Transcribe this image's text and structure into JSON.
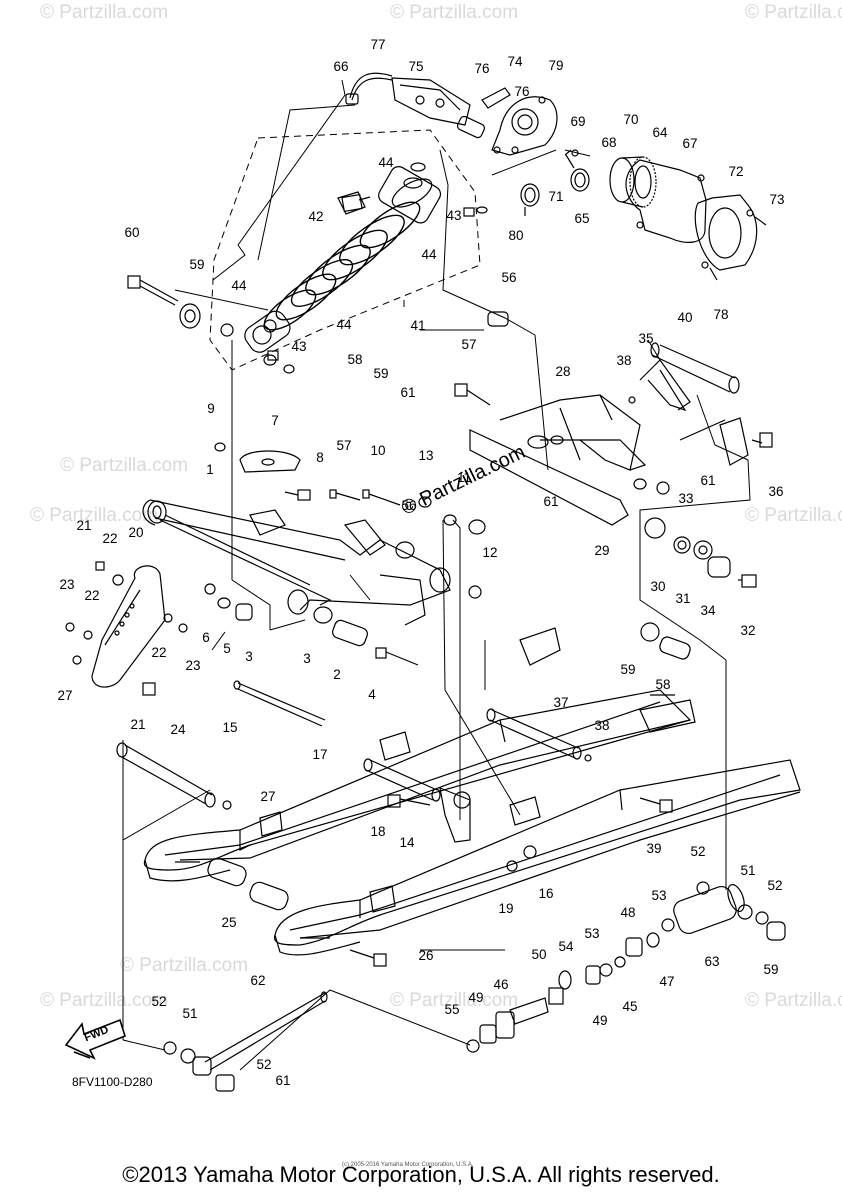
{
  "watermark": {
    "brand": "© Partzilla.com",
    "center": "© Partzilla.com"
  },
  "diagram_code": "8FV1100-D280",
  "fwd_label": "FWD",
  "source_note": "(c) 2005-2016 Yamaha Motor Corporation, U.S.A.",
  "copyright": "©2013 Yamaha Motor Corporation, U.S.A. All rights reserved.",
  "callouts": {
    "c1": "1",
    "c2": "2",
    "c3a": "3",
    "c3b": "3",
    "c4": "4",
    "c5": "5",
    "c6": "6",
    "c7": "7",
    "c8": "8",
    "c9": "9",
    "c10": "10",
    "c11": "11",
    "c12": "12",
    "c13": "13",
    "c14": "14",
    "c15": "15",
    "c16": "16",
    "c17": "17",
    "c18": "18",
    "c19": "19",
    "c20": "20",
    "c21a": "21",
    "c21b": "21",
    "c22a": "22",
    "c22b": "22",
    "c22c": "22",
    "c23a": "23",
    "c23b": "23",
    "c24": "24",
    "c25": "25",
    "c26": "26",
    "c27a": "27",
    "c27b": "27",
    "c28": "28",
    "c29": "29",
    "c30": "30",
    "c31": "31",
    "c32": "32",
    "c33": "33",
    "c34": "34",
    "c35": "35",
    "c36": "36",
    "c37": "37",
    "c38a": "38",
    "c38b": "38",
    "c39": "39",
    "c40": "40",
    "c41": "41",
    "c42": "42",
    "c43a": "43",
    "c43b": "43",
    "c44a": "44",
    "c44b": "44",
    "c44c": "44",
    "c44d": "44",
    "c45": "45",
    "c46": "46",
    "c47": "47",
    "c48": "48",
    "c49a": "49",
    "c49b": "49",
    "c50": "50",
    "c51a": "51",
    "c51b": "51",
    "c52a": "52",
    "c52b": "52",
    "c52c": "52",
    "c52d": "52",
    "c53a": "53",
    "c53b": "53",
    "c54": "54",
    "c55": "55",
    "c56a": "56",
    "c56b": "56",
    "c57a": "57",
    "c57b": "57",
    "c58a": "58",
    "c58b": "58",
    "c59a": "59",
    "c59b": "59",
    "c59c": "59",
    "c59d": "59",
    "c60": "60",
    "c61a": "61",
    "c61b": "61",
    "c61c": "61",
    "c61d": "61",
    "c62": "62",
    "c63": "63",
    "c64": "64",
    "c65": "65",
    "c66": "66",
    "c67": "67",
    "c68": "68",
    "c69": "69",
    "c70": "70",
    "c71": "71",
    "c72": "72",
    "c73": "73",
    "c74": "74",
    "c75": "75",
    "c76a": "76",
    "c76b": "76",
    "c77": "77",
    "c78": "78",
    "c79": "79",
    "c80": "80"
  }
}
